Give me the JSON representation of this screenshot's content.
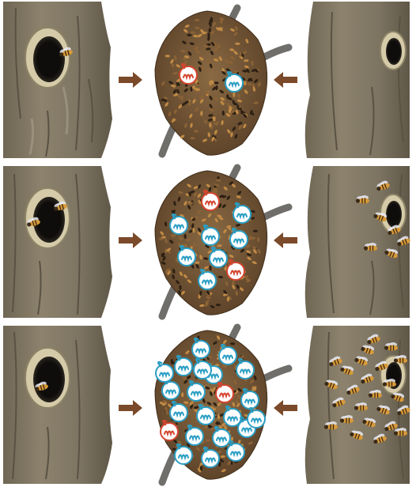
{
  "figure": {
    "rows": [
      {
        "id": "row-1",
        "left_site": {
          "bees_visible": 1
        },
        "cluster": {
          "red_markers": 1,
          "blue_markers": 1
        },
        "right_site": {
          "bees_visible": 0
        }
      },
      {
        "id": "row-2",
        "left_site": {
          "bees_visible": 2
        },
        "cluster": {
          "red_markers": 2,
          "blue_markers": 7
        },
        "right_site": {
          "bees_visible": 7
        }
      },
      {
        "id": "row-3",
        "left_site": {
          "bees_visible": 1
        },
        "cluster": {
          "red_markers": 2,
          "blue_markers": 20
        },
        "right_site": {
          "bees_visible": 25
        }
      }
    ],
    "colors": {
      "bark": "#857b67",
      "bark_dark": "#5e5647",
      "bark_light": "#a59c86",
      "cavity_rim": "#d8ccae",
      "cavity": "#141210",
      "cluster": "#6d5133",
      "arrow": "#7b4a2a",
      "branch": "#6f6e6b",
      "marker_red": "#d4452f",
      "marker_blue": "#2a9ec4",
      "bee_body": "#d89a3a",
      "bee_stripe": "#3b2a16"
    },
    "icons": [
      "tree-trunk",
      "nest-cavity",
      "honeybee",
      "bee-swarm-cluster",
      "red-dance-marker",
      "blue-dance-marker",
      "arrow-right",
      "arrow-left",
      "tree-branch"
    ]
  }
}
